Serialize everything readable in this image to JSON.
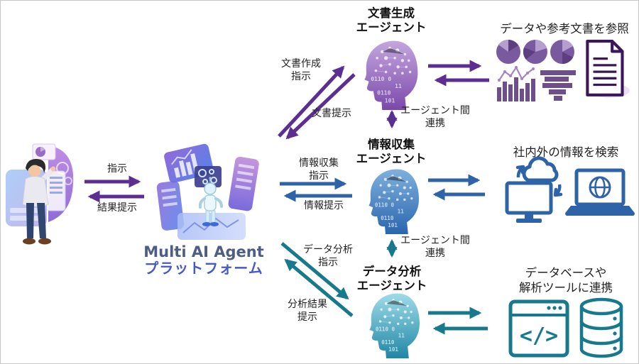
{
  "colors": {
    "purple": "#5c2e91",
    "blue": "#2e63a8",
    "teal": "#17798c",
    "label_text": "#222222",
    "title_text": "#111111",
    "platform_name_en_color": "#4e5d85",
    "platform_name_jp_color": "#4759c8",
    "border": "#c9c9c9"
  },
  "platform": {
    "name_en": "Multi AI Agent",
    "name_jp": "プラットフォーム"
  },
  "user_flow": {
    "instruction": "指示",
    "result": "結果提示"
  },
  "agent_link": {
    "line1": "エージェント間",
    "line2": "連携"
  },
  "agents": [
    {
      "title_line1": "文書生成",
      "title_line2": "エージェント",
      "instruction_line1": "文書作成",
      "instruction_line2": "指示",
      "response": "文書提示",
      "resource_caption": "データや参考文書を参照"
    },
    {
      "title_line1": "情報収集",
      "title_line2": "エージェント",
      "instruction_line1": "情報収集",
      "instruction_line2": "指示",
      "response": "情報提示",
      "resource_caption": "社内外の情報を検索"
    },
    {
      "title_line1": "データ分析",
      "title_line2": "エージェント",
      "instruction_line1": "データ分析",
      "instruction_line2": "指示",
      "response_line1": "分析結果",
      "response_line2": "提示",
      "resource_line1": "データベースや",
      "resource_line2": "解析ツールに連携"
    }
  ],
  "head_binary": {
    "r1": "0110  0",
    "r2": "11",
    "r3": "0110",
    "r4": "101"
  },
  "icons": {
    "code_glyph": "</>"
  }
}
